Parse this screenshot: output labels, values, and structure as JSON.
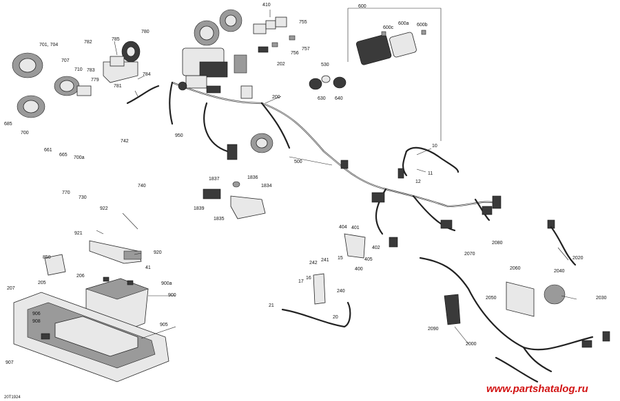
{
  "diagram": {
    "labels": [
      "701, 704",
      "707",
      "710",
      "782",
      "785",
      "780",
      "783",
      "779",
      "781",
      "784",
      "685",
      "700",
      "661",
      "665",
      "700a",
      "770",
      "730",
      "742",
      "740",
      "950",
      "200",
      "410",
      "755",
      "756",
      "757",
      "202",
      "600",
      "600c",
      "600a",
      "600b",
      "530",
      "630",
      "640",
      "500",
      "10",
      "11",
      "12",
      "1837",
      "1836",
      "1834",
      "1839",
      "1835",
      "922",
      "921",
      "920",
      "850",
      "206",
      "205",
      "41",
      "900a",
      "900",
      "207",
      "906",
      "908",
      "905",
      "907",
      "404",
      "401",
      "402",
      "405",
      "400",
      "242",
      "241",
      "15",
      "17",
      "16",
      "240",
      "21",
      "20",
      "2070",
      "2080",
      "2020",
      "2060",
      "2040",
      "2050",
      "2030",
      "2090",
      "2000"
    ],
    "drawing_code": "20T1924",
    "watermark": "www.partshatalog.ru"
  }
}
